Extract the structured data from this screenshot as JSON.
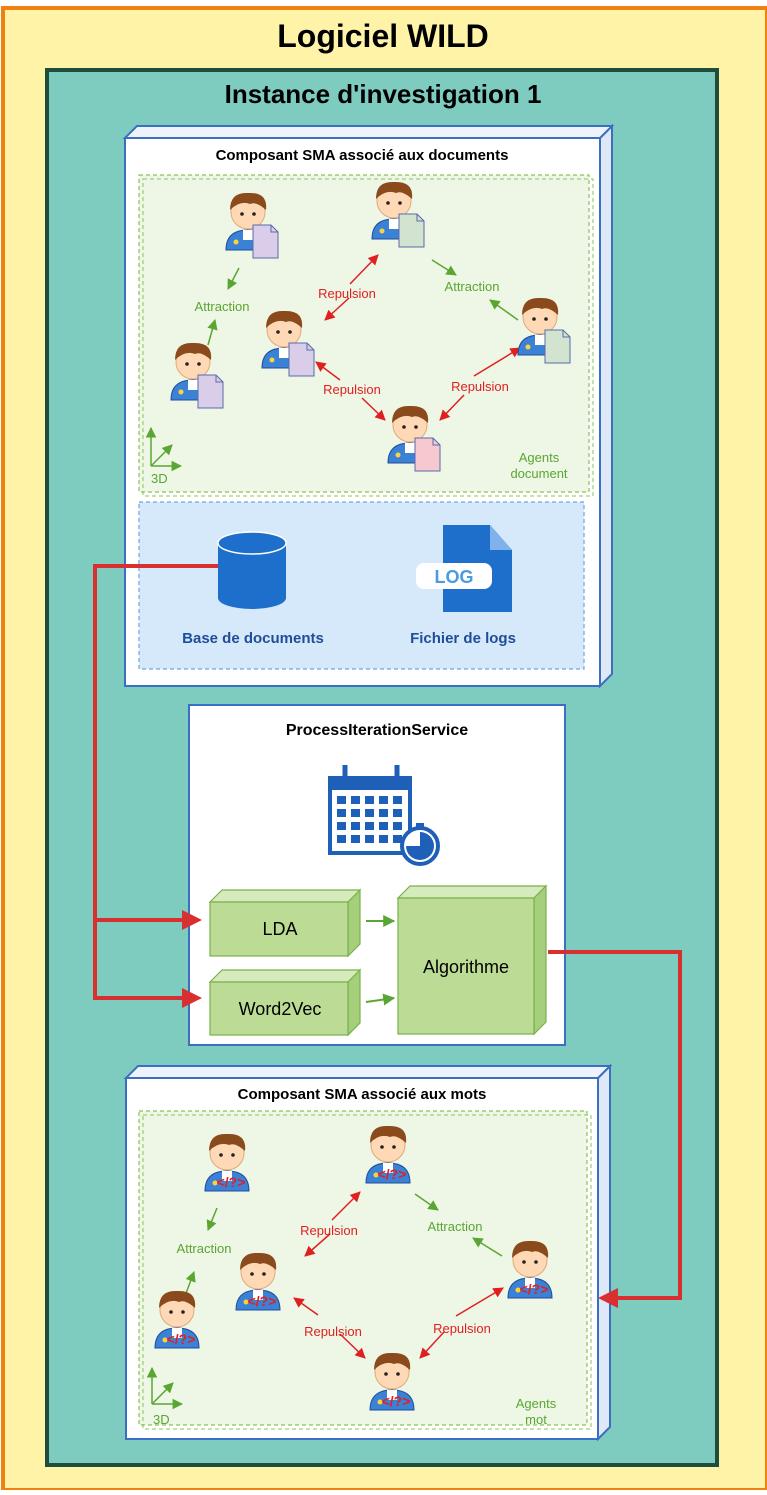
{
  "app": {
    "title": "Logiciel WILD"
  },
  "instance": {
    "title": "Instance d'investigation 1"
  },
  "doc_component": {
    "title": "Composant SMA associé aux documents",
    "agents_label_line1": "Agents",
    "agents_label_line2": "document",
    "axis_label": "3D",
    "interactions": {
      "attraction_left": "Attraction",
      "attraction_right": "Attraction",
      "repulsion_top": "Repulsion",
      "repulsion_bottom_left": "Repulsion",
      "repulsion_bottom_right": "Repulsion"
    },
    "storage": {
      "database_label": "Base de documents",
      "log_badge": "LOG",
      "log_label": "Fichier de logs"
    }
  },
  "process": {
    "title": "ProcessIterationService",
    "lda": "LDA",
    "word2vec": "Word2Vec",
    "algorithm": "Algorithme"
  },
  "word_component": {
    "title": "Composant SMA associé aux mots",
    "agents_label_line1": "Agents",
    "agents_label_line2": "mot",
    "axis_label": "3D",
    "agent_badge": "</?>",
    "interactions": {
      "attraction_left": "Attraction",
      "attraction_right": "Attraction",
      "repulsion_top": "Repulsion",
      "repulsion_bottom_left": "Repulsion",
      "repulsion_bottom_right": "Repulsion"
    }
  },
  "colors": {
    "outer_border": "#f08010",
    "outer_fill": "#fff3a8",
    "instance_fill": "#7ecbc0",
    "instance_border": "#1e4d3c",
    "agents_area_fill": "#eef6e6",
    "agents_area_border": "#8cc25a",
    "storage_fill": "#d6e9fb",
    "storage_border": "#6fa6dd",
    "box3d_fill": "#bcdc96",
    "box3d_border": "#7ab14a",
    "attraction": "#5aa632",
    "repulsion": "#e02020",
    "flow_arrow": "#d83030",
    "db_blue": "#1e6fcc",
    "label_blue": "#1f4e99"
  }
}
